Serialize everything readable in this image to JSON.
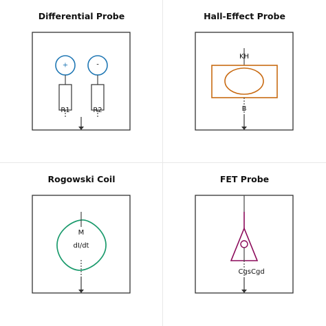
{
  "panels": {
    "differential": {
      "title": "Differential Probe",
      "plus_label": "+",
      "minus_label": "-",
      "r1_label": "R1",
      "r2_label": "R2",
      "accent": "#1f77b4"
    },
    "hall": {
      "title": "Hall-Effect Probe",
      "kh_label": "KH",
      "b_label": "B",
      "accent": "#c86a12"
    },
    "rogowski": {
      "title": "Rogowski Coil",
      "m_label": "M",
      "didt_label": "dI/dt",
      "accent": "#1a9a6c"
    },
    "fet": {
      "title": "FET Probe",
      "cgs_label": "Cgs",
      "cgd_label": "Cgd",
      "accent": "#8b0a5a"
    }
  },
  "colors": {
    "frame": "#333333",
    "line": "#444444",
    "divider": "#e8e8e8"
  }
}
